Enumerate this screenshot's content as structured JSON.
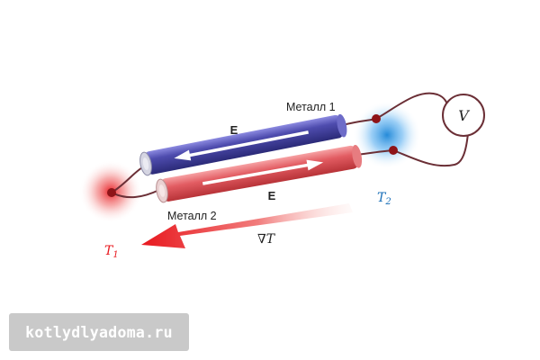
{
  "labels": {
    "metal1": "Металл 1",
    "metal2": "Металл 2",
    "field_top": "E",
    "field_bottom": "E",
    "voltmeter": "V",
    "gradient_main": "∇T",
    "t1_main": "T",
    "t1_sub": "1",
    "t2_main": "T",
    "t2_sub": "2"
  },
  "watermark": "kotlydlyadoma.ru",
  "colors": {
    "hot": "#e8181e",
    "cold": "#1a84d6",
    "metal1": "#4b4aa3",
    "metal2": "#e0595e",
    "wire": "#6b2f36",
    "junction": "#8e1418"
  }
}
